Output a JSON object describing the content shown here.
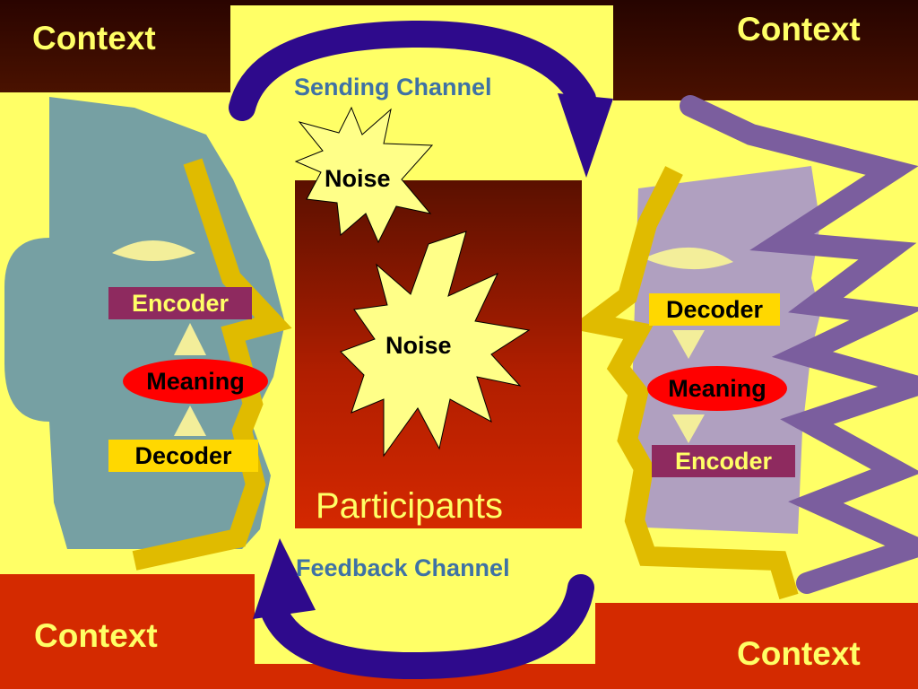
{
  "context_labels": {
    "top_left": "Context",
    "top_right": "Context",
    "bottom_left": "Context",
    "bottom_right": "Context"
  },
  "channels": {
    "sending": "Sending Channel",
    "feedback": "Feedback Channel"
  },
  "noise": {
    "top": "Noise",
    "center": "Noise"
  },
  "participants": "Participants",
  "left_person": {
    "encoder": "Encoder",
    "meaning": "Meaning",
    "decoder": "Decoder"
  },
  "right_person": {
    "decoder": "Decoder",
    "meaning": "Meaning",
    "encoder": "Encoder"
  },
  "colors": {
    "background": "#ffff66",
    "context_dark": "#3a0a00",
    "context_red": "#d42a00",
    "arrow": "#2e0a8c",
    "left_face": "#76a0a3",
    "right_face": "#b0a0c0",
    "zigzag": "#7b5e9e",
    "yellow_stroke": "#e0bb00",
    "label_yellow": "#ffff66",
    "channel_text": "#3f72a5"
  }
}
